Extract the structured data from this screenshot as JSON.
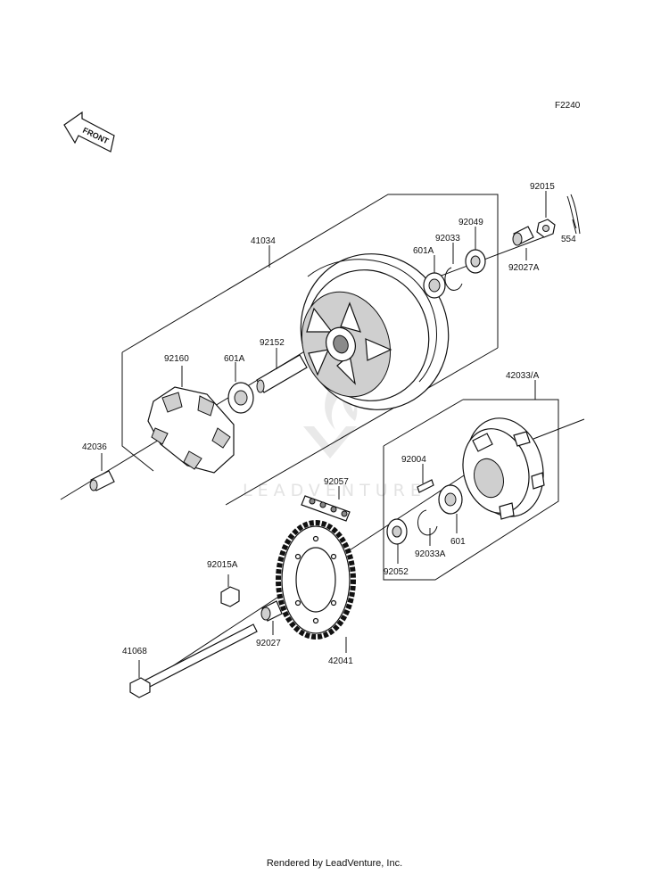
{
  "figure_code": "F2240",
  "front_arrow_label": "FRONT",
  "watermark_text": "LEADVENTURE",
  "footer_text": "Rendered by LeadVenture, Inc.",
  "part_labels": [
    {
      "id": "41034",
      "text": "41034"
    },
    {
      "id": "92015",
      "text": "92015"
    },
    {
      "id": "554",
      "text": "554"
    },
    {
      "id": "92049",
      "text": "92049"
    },
    {
      "id": "92033",
      "text": "92033"
    },
    {
      "id": "601A-top",
      "text": "601A"
    },
    {
      "id": "92027A",
      "text": "92027A"
    },
    {
      "id": "92160",
      "text": "92160"
    },
    {
      "id": "601A",
      "text": "601A"
    },
    {
      "id": "92152",
      "text": "92152"
    },
    {
      "id": "42033A",
      "text": "42033/A"
    },
    {
      "id": "42036",
      "text": "42036"
    },
    {
      "id": "92004",
      "text": "92004"
    },
    {
      "id": "92057",
      "text": "92057"
    },
    {
      "id": "92015A",
      "text": "92015A"
    },
    {
      "id": "92052",
      "text": "92052"
    },
    {
      "id": "92033A",
      "text": "92033A"
    },
    {
      "id": "601",
      "text": "601"
    },
    {
      "id": "92027",
      "text": "92027"
    },
    {
      "id": "42041",
      "text": "42041"
    },
    {
      "id": "41068",
      "text": "41068"
    }
  ]
}
